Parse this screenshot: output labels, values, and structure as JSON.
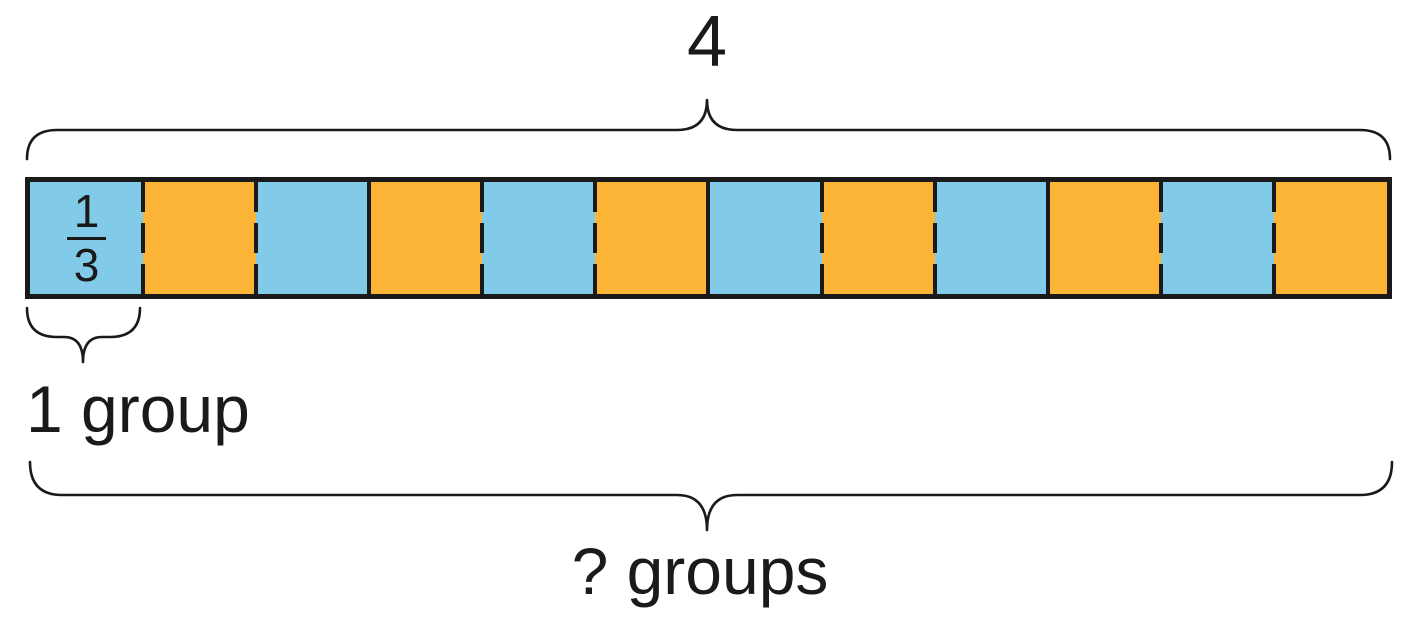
{
  "diagram": {
    "title_semantics": "tape diagram showing how many groups of 1/3 are in 4",
    "total_label": "4",
    "fraction": {
      "numerator": "1",
      "denominator": "3"
    },
    "one_group_label": "1 group",
    "question_label": "? groups",
    "colors": {
      "blue": "#82CBE8",
      "orange": "#FBB435",
      "line": "#1a1a1a",
      "background": "#ffffff"
    },
    "bar": {
      "segment_count": 12,
      "wholes": 4,
      "segments_per_whole": 3,
      "segments": [
        {
          "color": "blue",
          "separator_right": "dashed"
        },
        {
          "color": "orange",
          "separator_right": "dashed"
        },
        {
          "color": "blue",
          "separator_right": "solid"
        },
        {
          "color": "orange",
          "separator_right": "dashed"
        },
        {
          "color": "blue",
          "separator_right": "dashed"
        },
        {
          "color": "orange",
          "separator_right": "solid"
        },
        {
          "color": "blue",
          "separator_right": "dashed"
        },
        {
          "color": "orange",
          "separator_right": "dashed"
        },
        {
          "color": "blue",
          "separator_right": "solid"
        },
        {
          "color": "orange",
          "separator_right": "dashed"
        },
        {
          "color": "blue",
          "separator_right": "dashed"
        },
        {
          "color": "orange",
          "separator_right": "none"
        }
      ]
    }
  }
}
